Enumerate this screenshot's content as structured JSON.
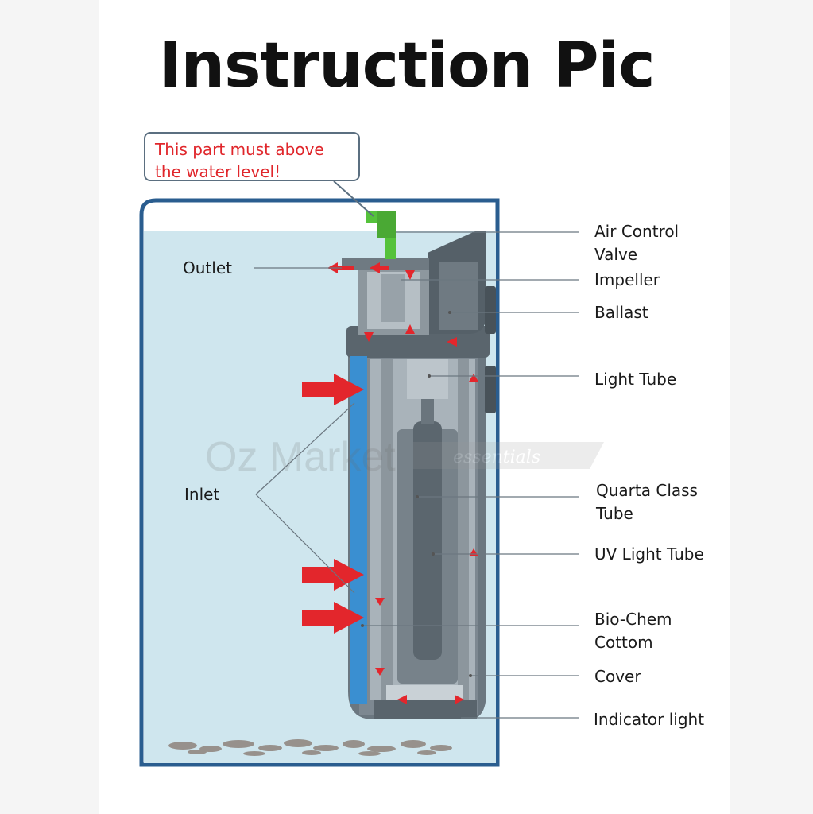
{
  "title": "Instruction Pic",
  "warning": {
    "line1": "This part must above",
    "line2": "the water level!"
  },
  "labels": {
    "outlet": "Outlet",
    "inlet": "Inlet",
    "air_control_valve_1": "Air Control",
    "air_control_valve_2": "Valve",
    "impeller": "Impeller",
    "ballast": "Ballast",
    "light_tube": "Light Tube",
    "quartz_tube_1": "Quarta Class",
    "quartz_tube_2": "Tube",
    "uv_light_tube": "UV Light Tube",
    "bio_chem_1": "Bio-Chem",
    "bio_chem_2": "Cottom",
    "cover": "Cover",
    "indicator_light": "Indicator light"
  },
  "watermark": {
    "text": "Oz Market",
    "tag": "essentials"
  },
  "colors": {
    "water": "#cfe6ee",
    "tank_border": "#2a5d8f",
    "filter_body": "#5e6b75",
    "inlet_sponge": "#3a8fd1",
    "flow_arrow": "#e3262c",
    "valve_green": "#55c23b",
    "warning_text": "#e0262b"
  }
}
